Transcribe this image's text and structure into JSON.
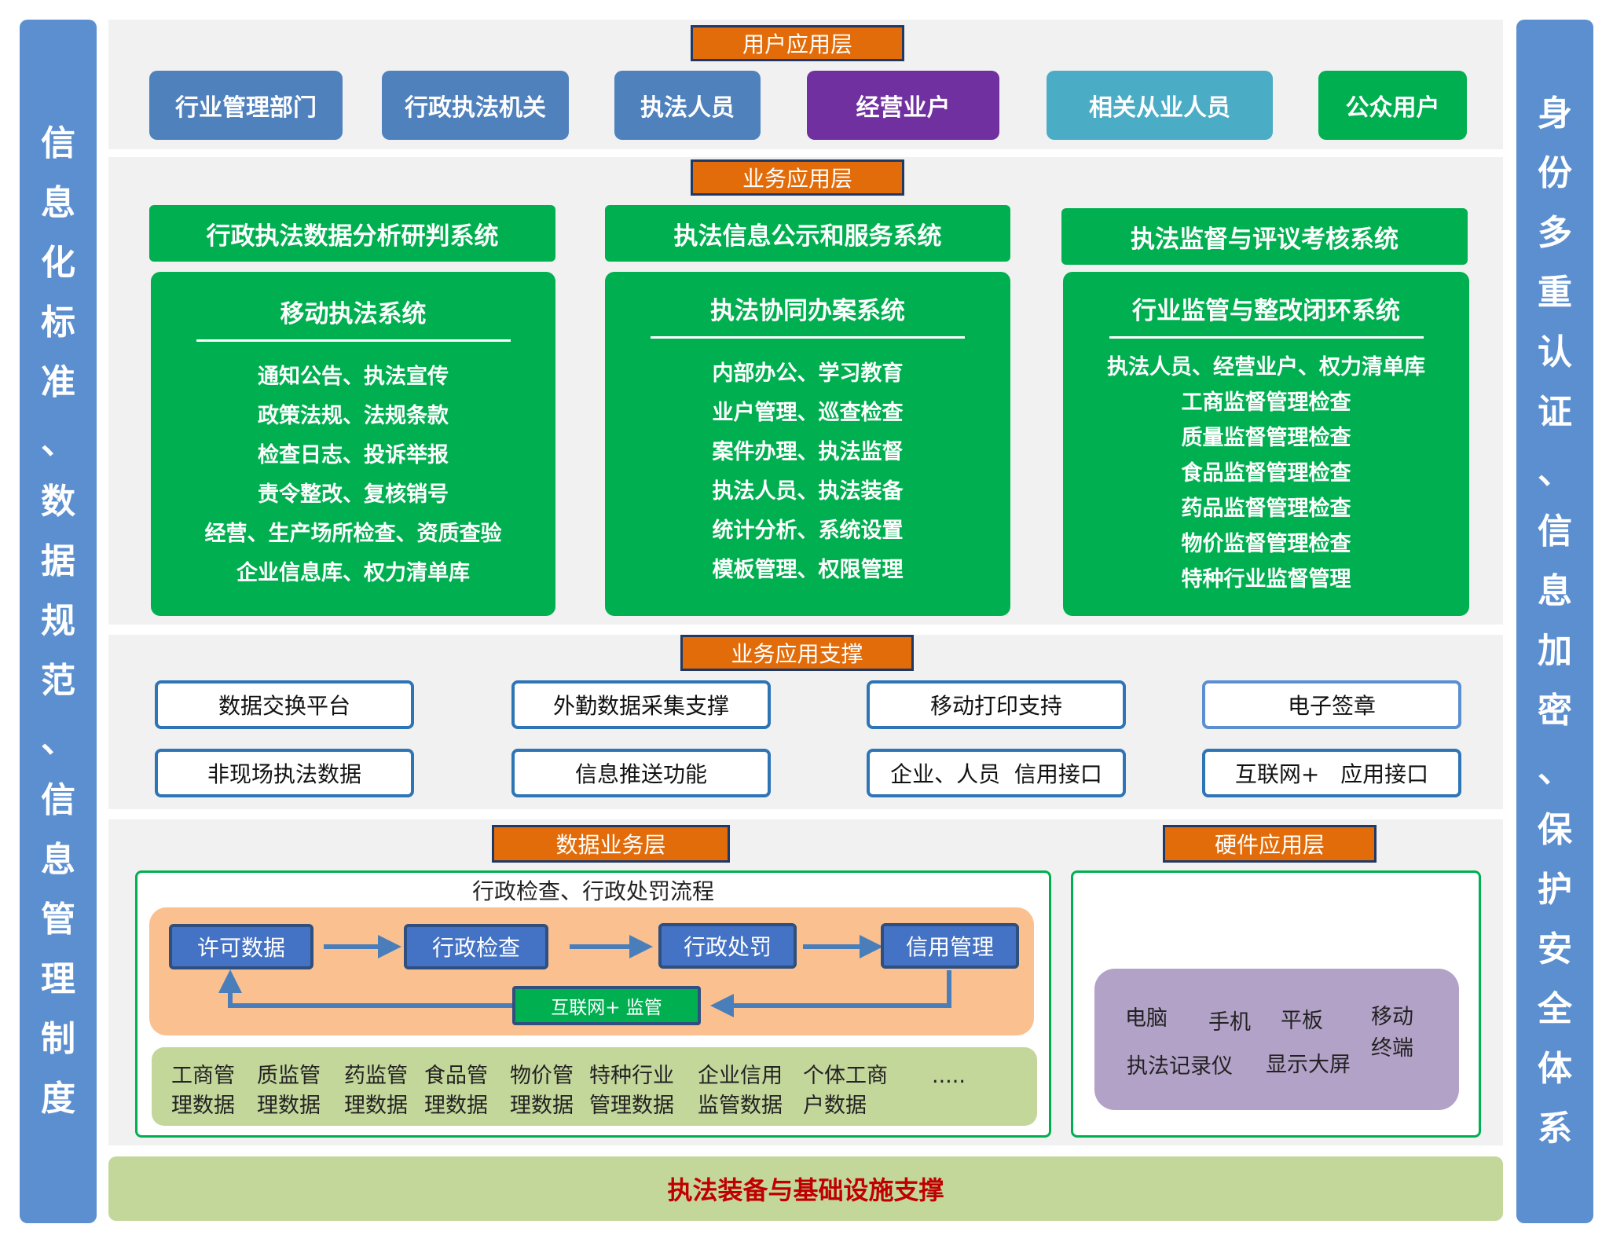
{
  "left_pillar": {
    "chars": [
      "信",
      "息",
      "化",
      "标",
      "准",
      "、",
      "数",
      "据",
      "规",
      "范",
      "、",
      "信",
      "息",
      "管",
      "理",
      "制",
      "度"
    ]
  },
  "right_pillar": {
    "chars": [
      "身",
      "份",
      "多",
      "重",
      "认",
      "证",
      "、",
      "信",
      "息",
      "加",
      "密",
      "、",
      "保",
      "护",
      "安",
      "全",
      "体",
      "系"
    ]
  },
  "user_layer": {
    "tag": "用户应用层",
    "items": [
      "行业管理部门",
      "行政执法机关",
      "执法人员",
      "经营业户",
      "相关从业人员",
      "公众用户"
    ]
  },
  "business_layer": {
    "tag": "业务应用层",
    "headers": [
      "行政执法数据分析研判系统",
      "执法信息公示和服务系统",
      "执法监督与评议考核系统"
    ],
    "panels": [
      {
        "title": "移动执法系统",
        "items": [
          "通知公告、执法宣传",
          "政策法规、法规条款",
          "检查日志、投诉举报",
          "责令整改、复核销号",
          "经营、生产场所检查、资质查验",
          "企业信息库、权力清单库"
        ]
      },
      {
        "title": "执法协同办案系统",
        "items": [
          "内部办公、学习教育",
          "业户管理、巡查检查",
          "案件办理、执法监督",
          "执法人员、执法装备",
          "统计分析、系统设置",
          "模板管理、权限管理"
        ]
      },
      {
        "title": "行业监管与整改闭环系统",
        "items": [
          "执法人员、经营业户、权力清单库",
          "工商监督管理检查",
          "质量监督管理检查",
          "食品监督管理检查",
          "药品监督管理检查",
          "物价监督管理检查",
          "特种行业监督管理"
        ]
      }
    ]
  },
  "support_layer": {
    "tag": "业务应用支撑",
    "row1": [
      "数据交换平台",
      "外勤数据采集支撑",
      "移动打印支持",
      "电子签章"
    ],
    "row2": [
      "非现场执法数据",
      "信息推送功能",
      "企业、人员  信用接口",
      "互联网+   应用接口"
    ]
  },
  "data_layer": {
    "tag": "数据业务层",
    "flow_title": "行政检查、行政处罚流程",
    "flow": [
      "许可数据",
      "行政检查",
      "行政处罚",
      "信用管理"
    ],
    "feedback": "互联网+ 监管",
    "categories": [
      {
        "line1": "工商管",
        "line2": "理数据"
      },
      {
        "line1": "质监管",
        "line2": "理数据"
      },
      {
        "line1": "药监管",
        "line2": "理数据"
      },
      {
        "line1": "食品管",
        "line2": "理数据"
      },
      {
        "line1": "物价管",
        "line2": "理数据"
      },
      {
        "line1": "特种行业",
        "line2": "管理数据"
      },
      {
        "line1": "企业信用",
        "line2": "监管数据"
      },
      {
        "line1": "个体工商",
        "line2": "户数据"
      }
    ],
    "ellipsis": "....."
  },
  "hardware_layer": {
    "tag": "硬件应用层",
    "devices": {
      "computer": "电脑",
      "phone": "手机",
      "tablet": "平板",
      "mobile_terminal": "移动\n终端",
      "recorder": "执法记录仪",
      "big_screen": "显示大屏"
    }
  },
  "footer": {
    "label": "执法装备与基础设施支撑"
  },
  "colors": {
    "pillar": "#5b8fd0",
    "tag": "#e36c0a",
    "green": "#00b050",
    "purple": "#7030a0",
    "teal": "#4bacc6",
    "blue_box": "#4f81bd",
    "footer_text": "#c00000"
  }
}
